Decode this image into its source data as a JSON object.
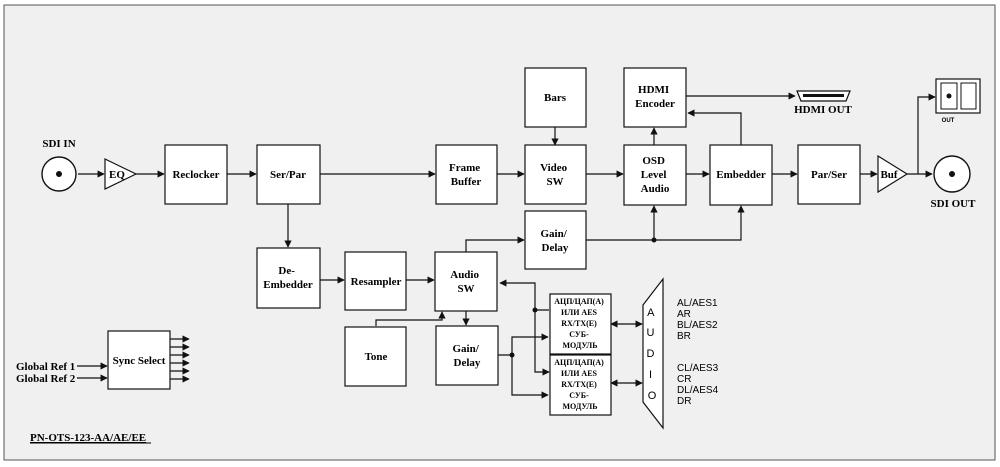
{
  "part_number": "PN-OTS-123-AA/AE/EE",
  "blocks": {
    "sdi_in": "SDI IN",
    "eq": "EQ",
    "reclocker": "Reclocker",
    "ser_par": "Ser/Par",
    "frame_buffer": [
      "Frame",
      "Buffer"
    ],
    "bars": "Bars",
    "video_sw": [
      "Video",
      "SW"
    ],
    "hdmi_encoder": [
      "HDMI",
      "Encoder"
    ],
    "hdmi_out": "HDMI OUT",
    "osd": [
      "OSD",
      "Level",
      "Audio"
    ],
    "embedder": "Embedder",
    "par_ser": "Par/Ser",
    "buf": "Buf",
    "sdi_out": "SDI OUT",
    "out": "OUT",
    "gain_delay_top": [
      "Gain/",
      "Delay"
    ],
    "de_embedder": [
      "De-",
      "Embedder"
    ],
    "resampler": "Resampler",
    "audio_sw": [
      "Audio",
      "SW"
    ],
    "tone": "Tone",
    "gain_delay_bottom": [
      "Gain/",
      "Delay"
    ],
    "submodule_1": [
      "АЦП/ЦАП(А)",
      "ИЛИ AES",
      "RX/TX(E)",
      "СУБ-",
      "МОДУЛЬ"
    ],
    "submodule_2": [
      "АЦП/ЦАП(А)",
      "ИЛИ AES",
      "RX/TX(E)",
      "СУБ-",
      "МОДУЛЬ"
    ],
    "audio_connector": [
      "A",
      "U",
      "D",
      "I",
      "O"
    ],
    "sync_select": "Sync Select",
    "global_ref_1": "Global Ref 1",
    "global_ref_2": "Global Ref 2"
  },
  "audio_channels": {
    "group1": [
      "AL/AES1",
      "AR",
      "BL/AES2",
      "BR"
    ],
    "group2": [
      "CL/AES3",
      "CR",
      "DL/AES4",
      "DR"
    ]
  }
}
